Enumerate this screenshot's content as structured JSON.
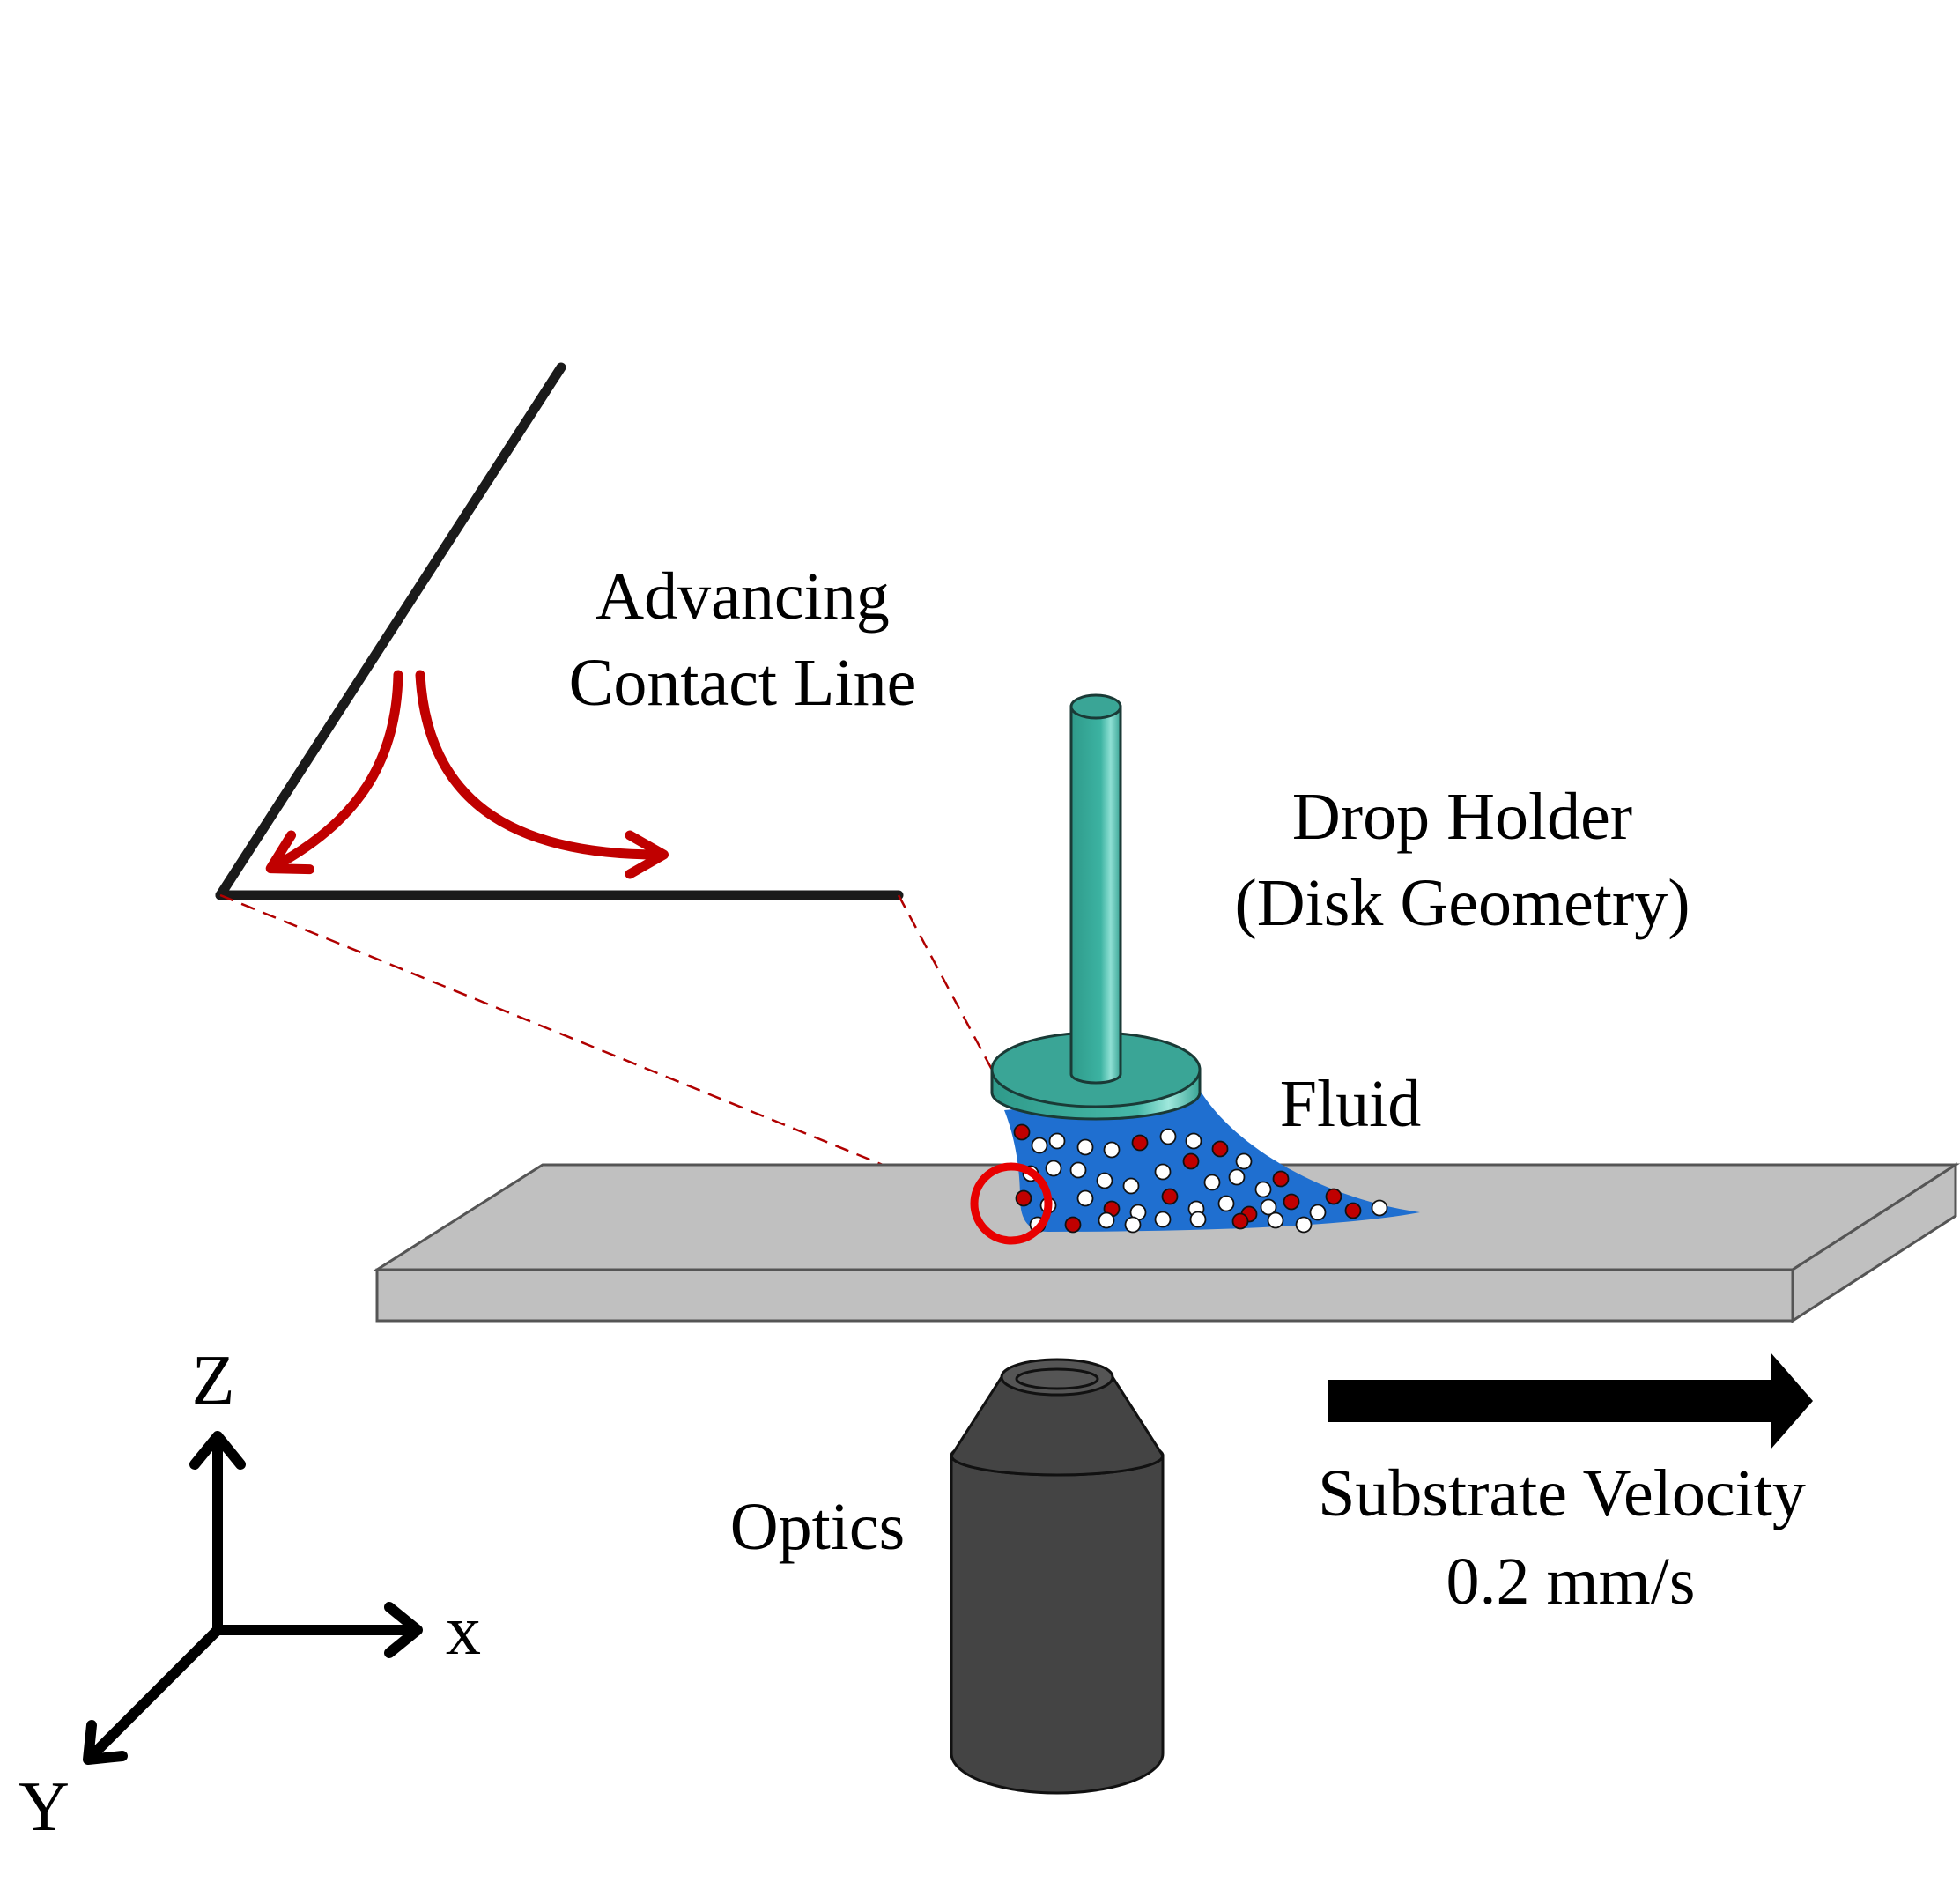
{
  "labels": {
    "advancing_line1": "Advancing",
    "advancing_line2": "Contact Line",
    "drop_holder_line1": "Drop Holder",
    "drop_holder_line2": "(Disk Geometry)",
    "fluid": "Fluid",
    "optics": "Optics",
    "velocity_line1": "Substrate Velocity",
    "velocity_line2": "0.2 mm/s"
  },
  "axes": {
    "z": "Z",
    "x": "x",
    "y": "Y"
  },
  "colors": {
    "substrate": "#c0c0c0",
    "fluid": "#1f6fd0",
    "holder": "#3aa596",
    "particle_red": "#c00000",
    "particle_white": "#ffffff",
    "contact_marker": "#e80000",
    "angle_arrows": "#c00000",
    "optics_body": "#444444"
  }
}
